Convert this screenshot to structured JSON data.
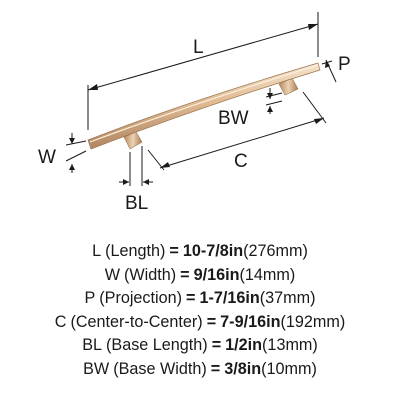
{
  "diagram": {
    "labels": {
      "L": "L",
      "W": "W",
      "P": "P",
      "C": "C",
      "BL": "BL",
      "BW": "BW"
    },
    "colors": {
      "handle_light": "#f3dcc0",
      "handle_mid": "#dcb48a",
      "handle_dark": "#a77e55",
      "line": "#1a1a1a"
    }
  },
  "specs": [
    {
      "abbr": "L",
      "name": "(Length)",
      "eq": "=",
      "imperial": "10-7/8in",
      "metric": "(276mm)"
    },
    {
      "abbr": "W",
      "name": "(Width)",
      "eq": "=",
      "imperial": "9/16in",
      "metric": "(14mm)"
    },
    {
      "abbr": "P",
      "name": "(Projection)",
      "eq": "=",
      "imperial": "1-7/16in",
      "metric": "(37mm)"
    },
    {
      "abbr": "C",
      "name": "(Center-to-Center)",
      "eq": "=",
      "imperial": "7-9/16in",
      "metric": "(192mm)"
    },
    {
      "abbr": "BL",
      "name": "(Base Length)",
      "eq": "=",
      "imperial": "1/2in",
      "metric": "(13mm)"
    },
    {
      "abbr": "BW",
      "name": "(Base Width)",
      "eq": "=",
      "imperial": "3/8in",
      "metric": "(10mm)"
    }
  ]
}
